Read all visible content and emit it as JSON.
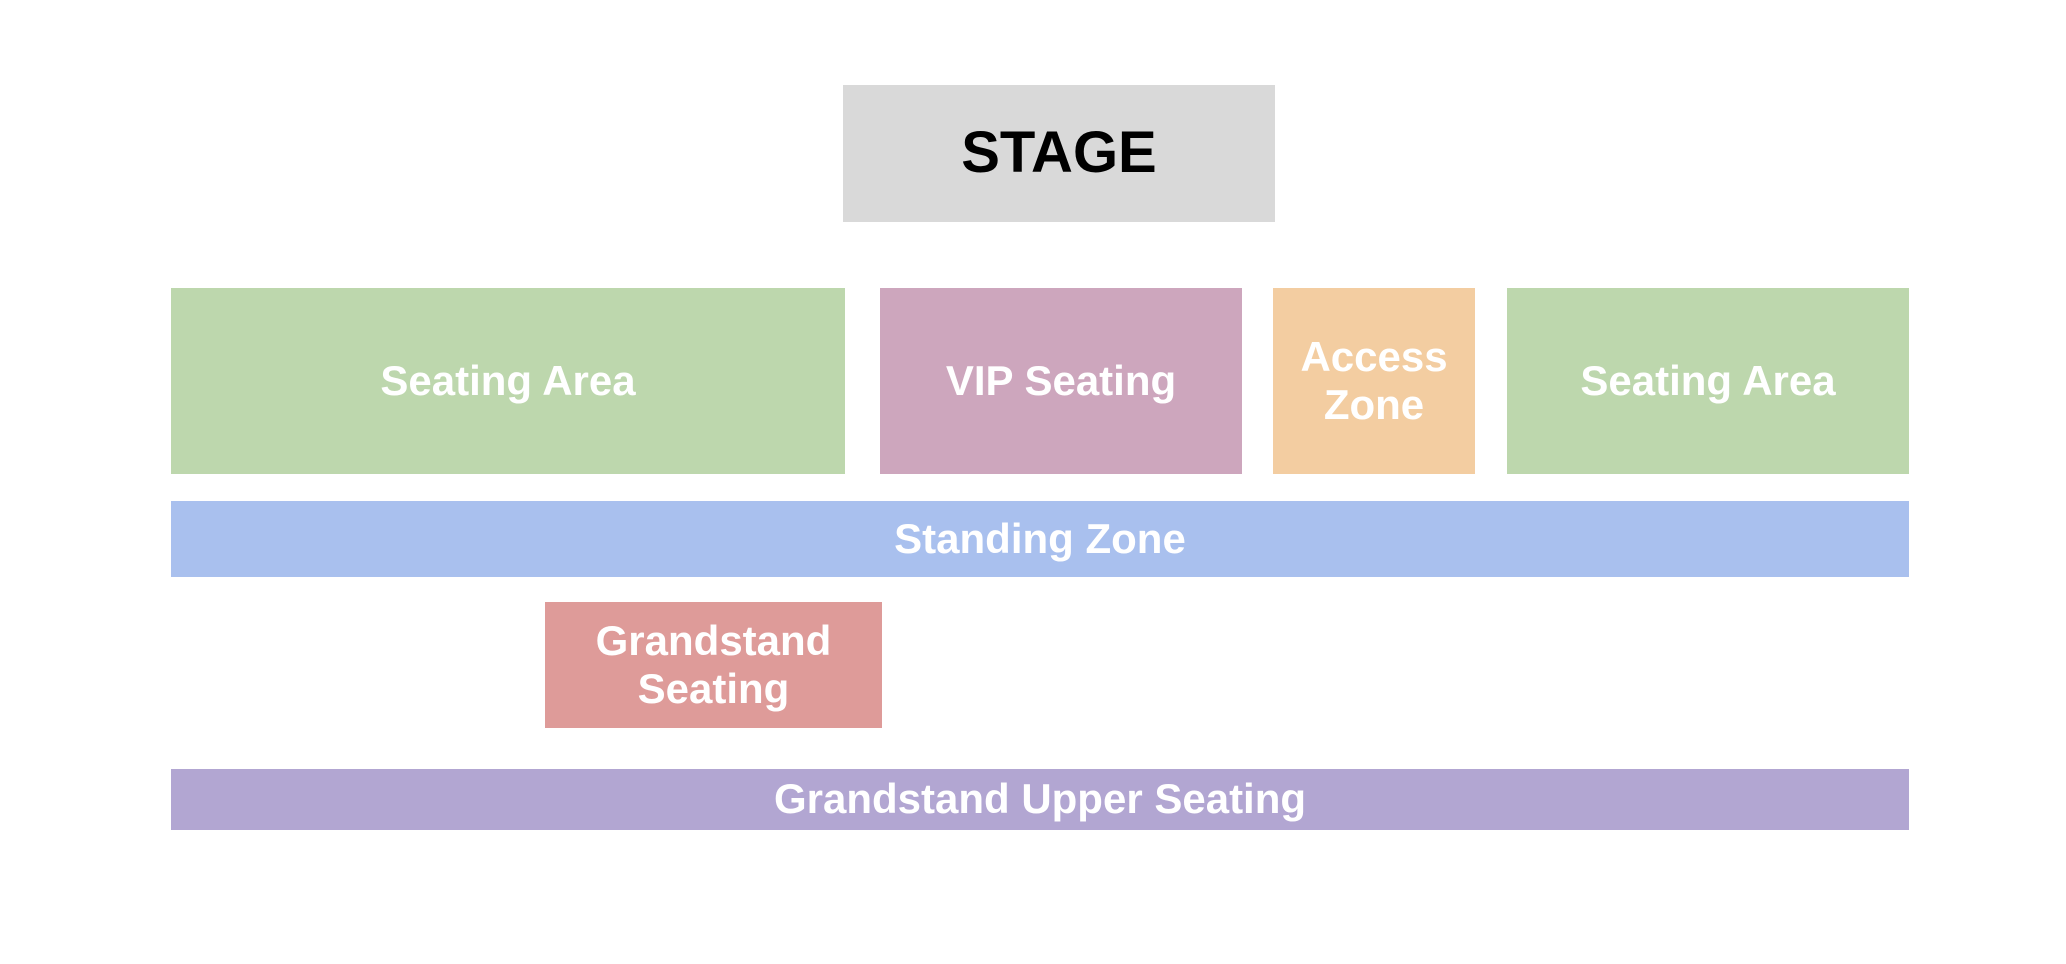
{
  "stage": {
    "label": "STAGE",
    "color": "#d9d9d9"
  },
  "zones": {
    "seating_left": {
      "label": "Seating Area",
      "color": "#bdd7ad"
    },
    "vip": {
      "label": "VIP Seating",
      "color": "#cda6bd"
    },
    "access": {
      "label": "Access Zone",
      "color": "#f3cda1"
    },
    "seating_right": {
      "label": "Seating Area",
      "color": "#bdd7ad"
    },
    "standing": {
      "label": "Standing Zone",
      "color": "#a9c0ee"
    },
    "grandstand": {
      "label": "Grandstand Seating",
      "color": "#de9b99"
    },
    "grandstand_upper": {
      "label": "Grandstand Upper Seating",
      "color": "#b2a6d2"
    }
  }
}
